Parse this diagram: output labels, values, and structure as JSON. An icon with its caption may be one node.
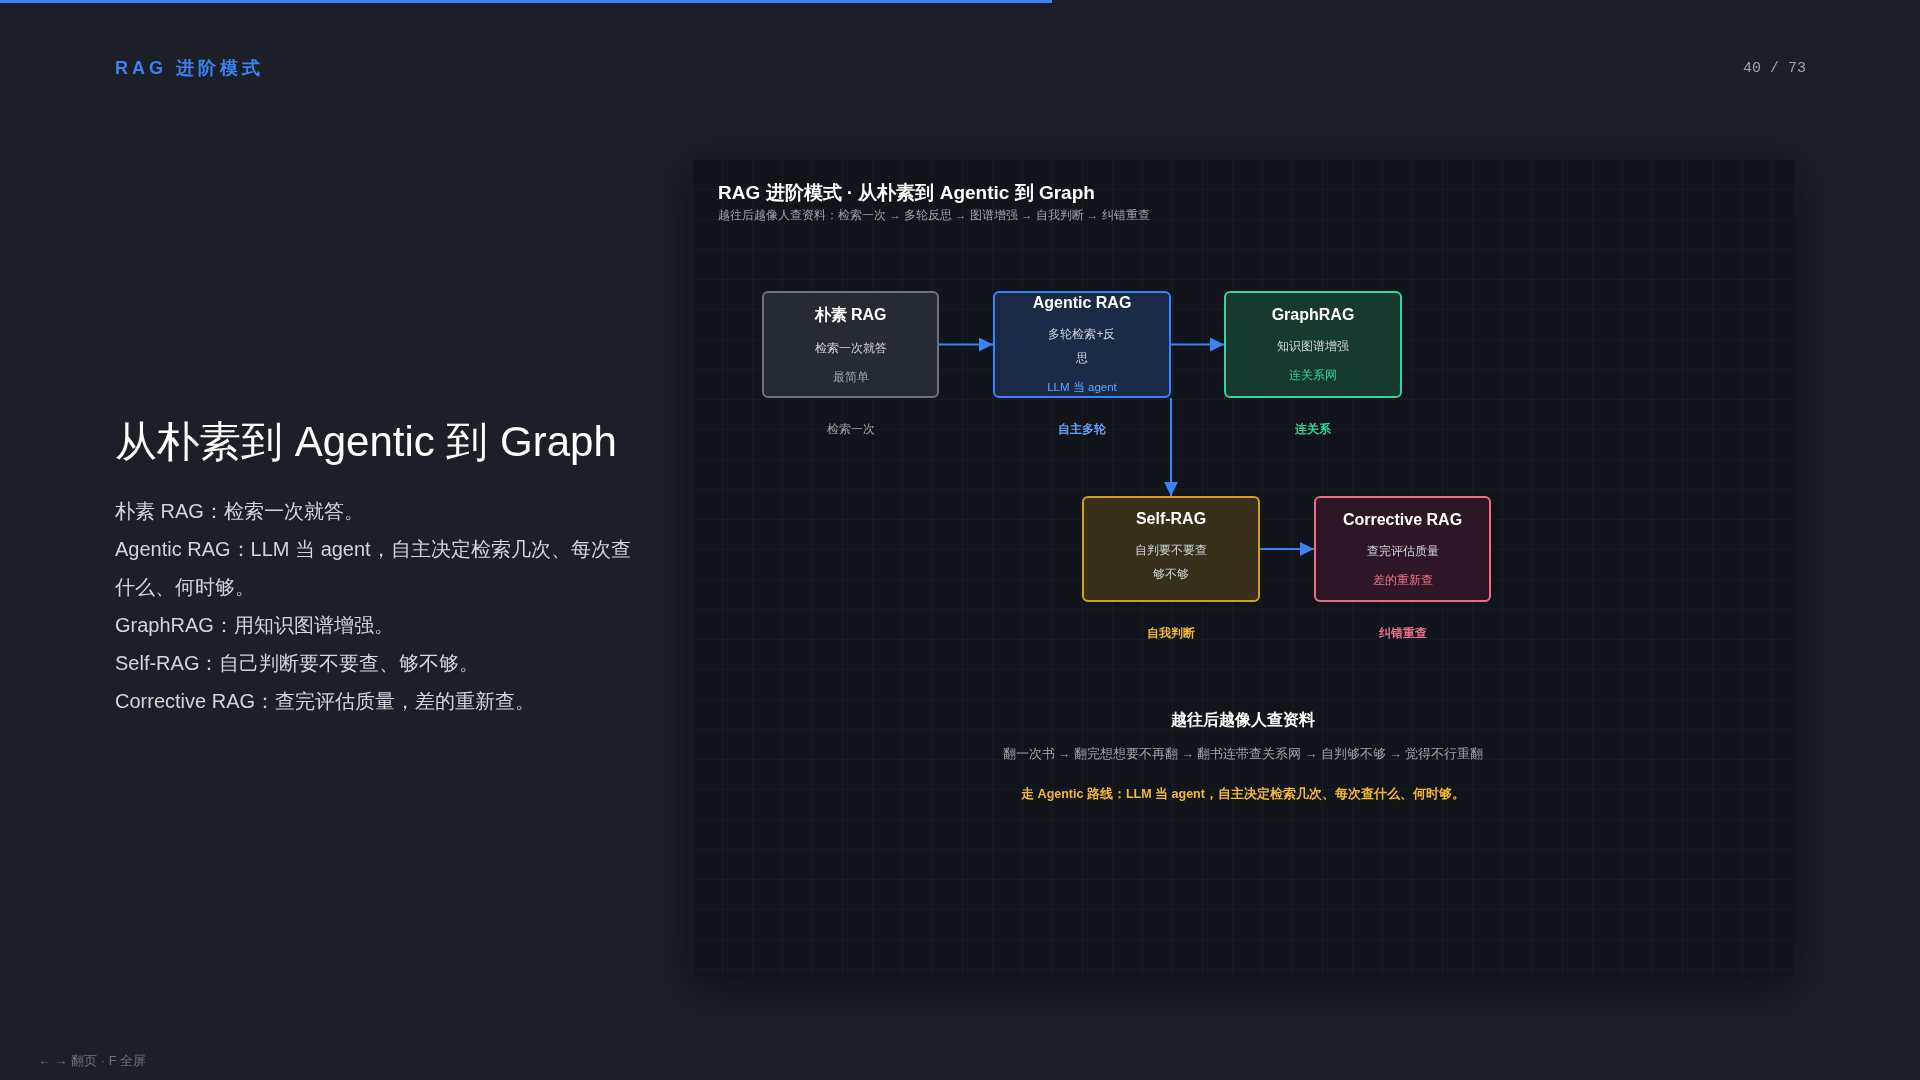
{
  "diagram": {
    "title": "RAG 进阶模式 · 从朴素到 Agentic 到 Graph",
    "caption": "越往后越像人查资料：检索一次 → 多轮反思 → 图谱增强 → 自我判断 → 纠错重查",
    "nodes": [
      {
        "text": [
          "朴素 RAG",
          "检索一次就答",
          "最简单"
        ],
        "beside": [
          "检索一次"
        ]
      },
      {
        "text": [
          "Agentic RAG",
          "多轮检索+反思",
          "LLM 当 agent"
        ],
        "beside": [
          "自主多轮"
        ]
      },
      {
        "text": [
          "GraphRAG",
          "知识图谱增强",
          "连关系网"
        ],
        "beside": [
          "连关系"
        ]
      },
      {
        "text": [
          "Self-RAG",
          "自判要不要查够不够"
        ],
        "beside": [
          "自我判断"
        ]
      },
      {
        "text": [
          "Corrective RAG",
          "查完评估质量",
          "差的重新查"
        ],
        "beside": [
          "纠错重查"
        ]
      }
    ],
    "edges": [
      {
        "from": 0,
        "to": 1,
        "arrow": "to"
      },
      {
        "from": 1,
        "to": 2,
        "arrow": "to"
      },
      {
        "from": 1,
        "to": 3,
        "arrow": "to"
      },
      {
        "from": 3,
        "to": 4,
        "arrow": "to"
      }
    ],
    "labels": [
      "RAG 进阶模式",
      "40 / 73",
      "从朴素到 Agentic 到 Graph",
      "朴素 RAG：检索一次就答。",
      "Agentic RAG：LLM 当 agent，自主决定检索几次、每次查什么、何时够。",
      "GraphRAG：用知识图谱增强。",
      "Self-RAG：自己判断要不要查、够不够。",
      "Corrective RAG：查完评估质量，差的重新查。",
      "越往后越像人查资料",
      "翻一次书 → 翻完想想要不再翻 → 翻书连带查关系网 → 自判够不够 → 觉得不行重翻",
      "走 Agentic 路线：LLM 当 agent，自主决定检索几次、每次查什么、何时够。",
      "← → 翻页 · F 全屏"
    ]
  }
}
